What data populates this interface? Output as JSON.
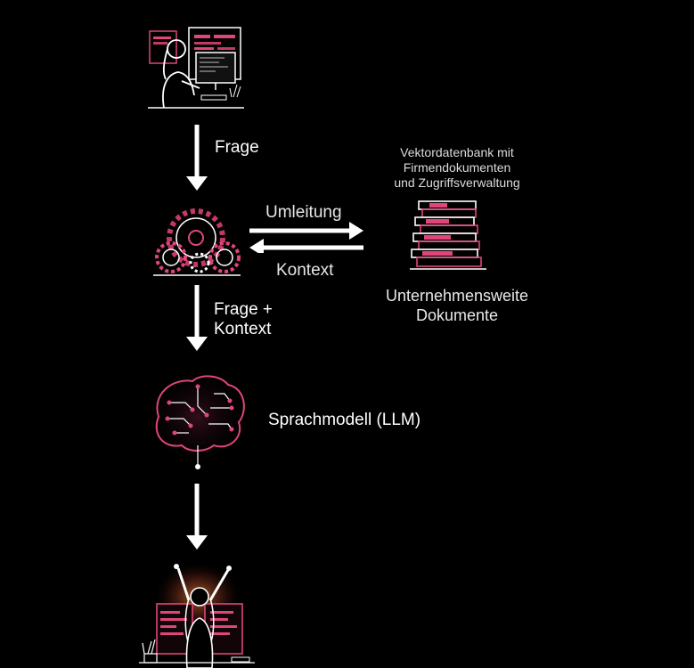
{
  "diagram": {
    "steps": {
      "user_to_router": "Frage",
      "router_to_store": "Umleitung",
      "store_to_router": "Kontext",
      "router_to_llm_line1": "Frage +",
      "router_to_llm_line2": "Kontext"
    },
    "store": {
      "top_line1": "Vektordatenbank mit",
      "top_line2": "Firmendokumenten",
      "top_line3": "und Zugriffsverwaltung",
      "caption_line1": "Unternehmensweite",
      "caption_line2": "Dokumente"
    },
    "llm": {
      "label": "Sprachmodell (LLM)"
    },
    "icons": [
      "user-at-computer-icon",
      "gears-icon",
      "book-stack-icon",
      "brain-circuit-icon",
      "celebrating-user-icon"
    ],
    "colors": {
      "background": "#000000",
      "accent": "#e0457b",
      "line": "#ffffff"
    }
  }
}
